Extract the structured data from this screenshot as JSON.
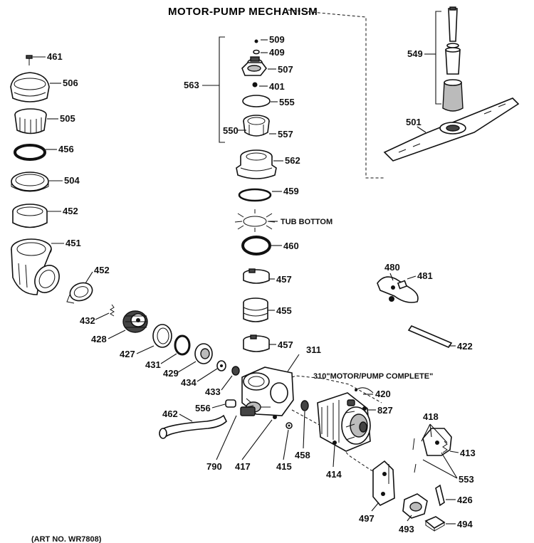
{
  "title": "MOTOR-PUMP MECHANISM",
  "annotations": {
    "tub_bottom": "TUB BOTTOM",
    "motor_pump_complete": "310\"MOTOR/PUMP COMPLETE\"",
    "art_no": "(ART NO. WR7808)"
  },
  "parts": {
    "p461": "461",
    "p506": "506",
    "p505": "505",
    "p456": "456",
    "p504": "504",
    "p452a": "452",
    "p451": "451",
    "p452b": "452",
    "p432": "432",
    "p428": "428",
    "p427": "427",
    "p431": "431",
    "p429": "429",
    "p434": "434",
    "p433": "433",
    "p311": "311",
    "p462": "462",
    "p556": "556",
    "p790": "790",
    "p417": "417",
    "p415": "415",
    "p458": "458",
    "p414": "414",
    "p827": "827",
    "p420": "420",
    "p509": "509",
    "p409": "409",
    "p507": "507",
    "p401": "401",
    "p555": "555",
    "p550": "550",
    "p557": "557",
    "p563": "563",
    "p562": "562",
    "p459": "459",
    "p460": "460",
    "p457a": "457",
    "p455": "455",
    "p457b": "457",
    "p549": "549",
    "p501": "501",
    "p480": "480",
    "p481": "481",
    "p422": "422",
    "p418": "418",
    "p413": "413",
    "p553": "553",
    "p426": "426",
    "p497": "497",
    "p493": "493",
    "p494": "494"
  }
}
